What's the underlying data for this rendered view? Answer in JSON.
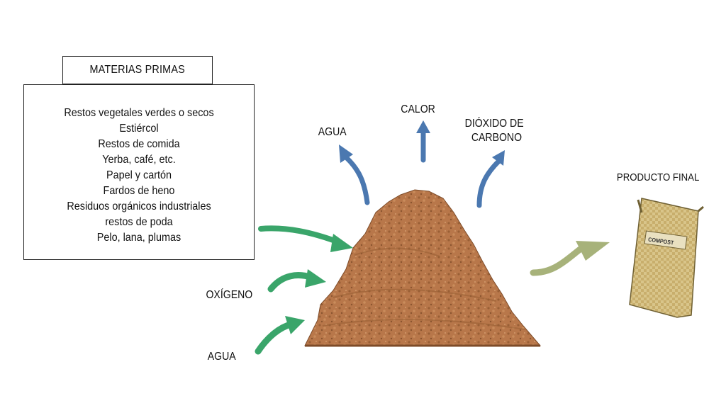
{
  "materias": {
    "title": "MATERIAS PRIMAS",
    "items": [
      "Restos vegetales verdes o secos",
      "Estiércol",
      "Restos de comida",
      "Yerba, café, etc.",
      "Papel y cartón",
      "Fardos de heno",
      "Residuos orgánicos industriales",
      "restos de poda",
      "Pelo, lana, plumas"
    ]
  },
  "outputs": {
    "agua": "AGUA",
    "calor": "CALOR",
    "dioxido_line1": "DIÓXIDO DE",
    "dioxido_line2": "CARBONO"
  },
  "inputs": {
    "oxigeno": "OXÍGENO",
    "agua": "AGUA"
  },
  "product": {
    "label": "PRODUCTO FINAL",
    "bag_text": "COMPOST"
  },
  "colors": {
    "pile": "#b8774a",
    "pile_dark": "#8a5530",
    "green_arrow": "#3aa56a",
    "blue_arrow": "#4b78b0",
    "olive_arrow": "#a7b27a",
    "bag": "#d8c68c"
  }
}
